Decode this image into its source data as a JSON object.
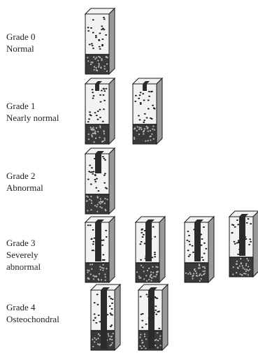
{
  "grades": [
    {
      "title": "Grade 0",
      "desc": [
        "Normal"
      ],
      "samples": 1,
      "defect": "none"
    },
    {
      "title": "Grade 1",
      "desc": [
        "Nearly normal"
      ],
      "samples": 2,
      "defect": "superficial"
    },
    {
      "title": "Grade 2",
      "desc": [
        "Abnormal"
      ],
      "samples": 1,
      "defect": "partial"
    },
    {
      "title": "Grade 3",
      "desc": [
        "Severely",
        "abnormal"
      ],
      "samples": 4,
      "defect": "deep"
    },
    {
      "title": "Grade 4",
      "desc": [
        "Osteochondral"
      ],
      "samples": 2,
      "defect": "full"
    }
  ],
  "colors": {
    "ink": "#1a1a1a",
    "cartilage": "#f2f2f2",
    "defect": "#2b2b2b",
    "bone": "#3a3a3a",
    "shade": "#9a9a9a"
  }
}
